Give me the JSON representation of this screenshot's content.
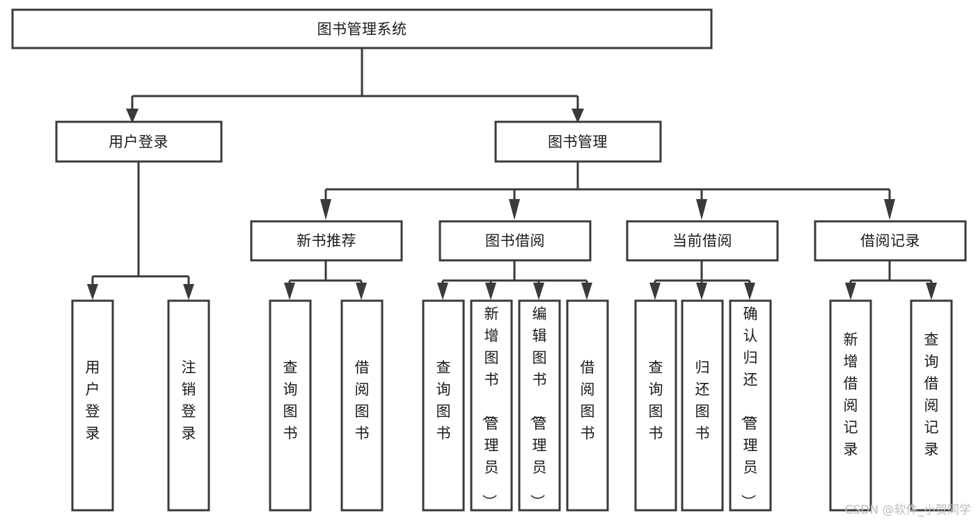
{
  "diagram": {
    "type": "tree-hierarchy",
    "title": "图书管理系统",
    "background_color": "#ffffff",
    "line_color": "#3a3a3a",
    "text_color": "#1a1a1a",
    "box_fill": "#ffffff"
  },
  "nodes": {
    "root": {
      "label": "图书管理系统",
      "orientation": "horizontal",
      "level": 0
    },
    "level1": [
      {
        "id": "user-login",
        "label": "用户登录",
        "orientation": "horizontal",
        "level": 1
      },
      {
        "id": "book-manage",
        "label": "图书管理",
        "orientation": "horizontal",
        "level": 1
      }
    ],
    "level2": [
      {
        "id": "new-book-recommend",
        "label": "新书推荐",
        "orientation": "horizontal",
        "level": 2,
        "parent": "book-manage"
      },
      {
        "id": "book-borrow",
        "label": "图书借阅",
        "orientation": "horizontal",
        "level": 2,
        "parent": "book-manage"
      },
      {
        "id": "current-borrow",
        "label": "当前借阅",
        "orientation": "horizontal",
        "level": 2,
        "parent": "book-manage"
      },
      {
        "id": "borrow-record",
        "label": "借阅记录",
        "orientation": "horizontal",
        "level": 2,
        "parent": "book-manage"
      }
    ],
    "leaves": [
      {
        "id": "leaf-user-login",
        "label": "用户登录",
        "orientation": "vertical",
        "parent": "user-login"
      },
      {
        "id": "leaf-user-logout",
        "label": "注销登录",
        "orientation": "vertical",
        "parent": "user-login"
      },
      {
        "id": "leaf-query-book-1",
        "label": "查询图书",
        "orientation": "vertical",
        "parent": "new-book-recommend"
      },
      {
        "id": "leaf-borrow-book-1",
        "label": "借阅图书",
        "orientation": "vertical",
        "parent": "new-book-recommend"
      },
      {
        "id": "leaf-query-book-2",
        "label": "查询图书",
        "orientation": "vertical",
        "parent": "book-borrow"
      },
      {
        "id": "leaf-add-book",
        "label": "新增图书（管理员）",
        "orientation": "vertical",
        "parent": "book-borrow"
      },
      {
        "id": "leaf-edit-book",
        "label": "编辑图书（管理员）",
        "orientation": "vertical",
        "parent": "book-borrow"
      },
      {
        "id": "leaf-borrow-book-2",
        "label": "借阅图书",
        "orientation": "vertical",
        "parent": "book-borrow"
      },
      {
        "id": "leaf-query-book-3",
        "label": "查询图书",
        "orientation": "vertical",
        "parent": "current-borrow"
      },
      {
        "id": "leaf-return-book",
        "label": "归还图书",
        "orientation": "vertical",
        "parent": "current-borrow"
      },
      {
        "id": "leaf-confirm-return",
        "label": "确认归还（管理员）",
        "orientation": "vertical",
        "parent": "current-borrow"
      },
      {
        "id": "leaf-add-record",
        "label": "新增借阅记录",
        "orientation": "vertical",
        "parent": "borrow-record"
      },
      {
        "id": "leaf-query-record",
        "label": "查询借阅记录",
        "orientation": "vertical",
        "parent": "borrow-record"
      }
    ]
  },
  "watermark": {
    "text": "CSDN @软件_小贺同学"
  }
}
